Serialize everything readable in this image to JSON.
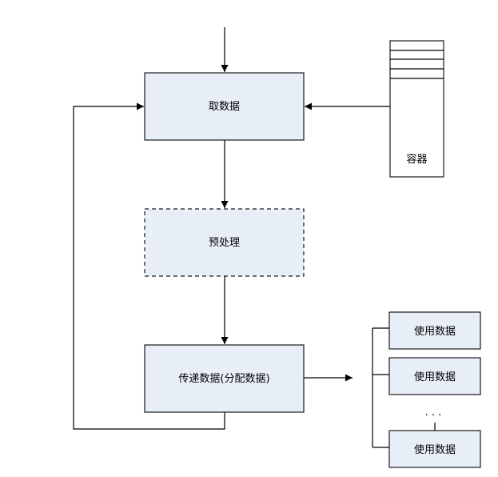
{
  "nodes": {
    "fetch": "取数据",
    "preprocess": "预处理",
    "pass": "传递数据(分配数据)",
    "container": "容器",
    "use1": "使用数据",
    "use2": "使用数据",
    "use3": "使用数据",
    "ellipsis": "· · ·"
  }
}
